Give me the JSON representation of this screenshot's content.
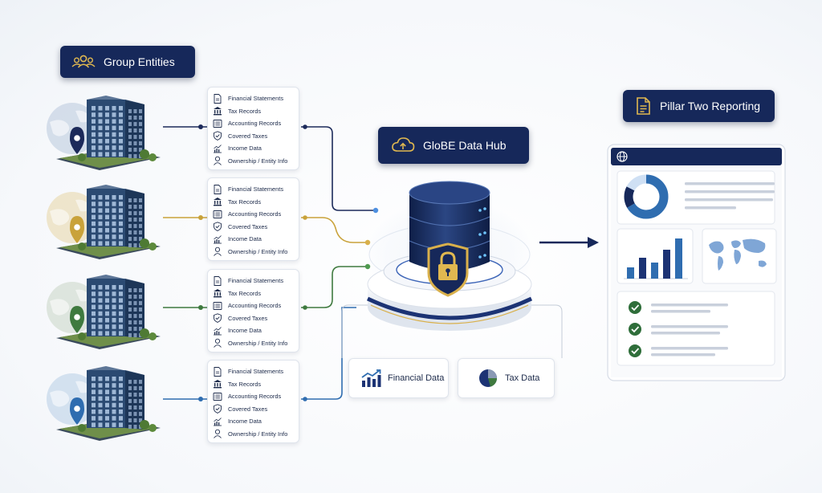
{
  "group_entities": {
    "title": "Group Entities",
    "icon": "group-icon"
  },
  "hub": {
    "title": "GloBE Data Hub",
    "icon": "cloud-upload-icon"
  },
  "reporting": {
    "title": "Pillar Two Reporting",
    "icon": "document-icon"
  },
  "data_items": [
    {
      "label": "Financial Statements",
      "icon": "document-icon"
    },
    {
      "label": "Tax Records",
      "icon": "bank-icon"
    },
    {
      "label": "Accounting Records",
      "icon": "ledger-icon"
    },
    {
      "label": "Covered Taxes",
      "icon": "shield-check-icon"
    },
    {
      "label": "Income Data",
      "icon": "line-chart-icon"
    },
    {
      "label": "Ownership / Entity Info",
      "icon": "person-icon"
    }
  ],
  "entities": [
    {
      "color": "#1c2a5a",
      "globe": "#b8c8dc"
    },
    {
      "color": "#c9a23a",
      "globe": "#e7d6a4"
    },
    {
      "color": "#3f7a3f",
      "globe": "#c9d6c4"
    },
    {
      "color": "#2f6db0",
      "globe": "#b7cde6"
    }
  ],
  "outputs": [
    {
      "label": "Financial Data",
      "icon": "bar-chart-icon"
    },
    {
      "label": "Tax Data",
      "icon": "pie-chart-icon"
    }
  ],
  "colors": {
    "navy": "#16285a",
    "gold": "#c9a23a",
    "blue": "#2f6db0",
    "green": "#3f7a3f"
  }
}
